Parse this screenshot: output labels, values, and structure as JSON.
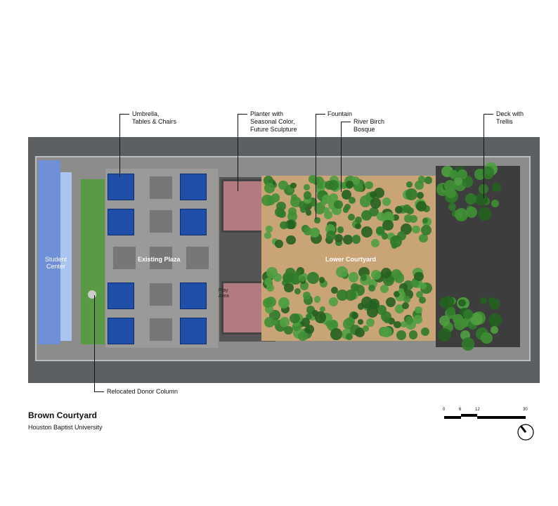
{
  "title": "Brown Courtyard",
  "subtitle": "Houston Baptist University",
  "plan_labels": {
    "student_center": "Student\nCenter",
    "existing_plaza": "Existing Plaza",
    "lower_courtyard": "Lower Courtyard",
    "play_area": "Play\nArea"
  },
  "callouts": {
    "umbrella": "Umbrella,\nTables & Chairs",
    "planter": "Planter with\nSeasonal Color,\nFuture Sculpture",
    "fountain": "Fountain",
    "river_birch": "River Birch\nBosque",
    "deck": "Deck with\nTrellis",
    "donor_column": "Relocated Donor Column"
  },
  "scale_bar": {
    "ticks": [
      "0",
      "6",
      "12",
      "30"
    ]
  },
  "colors": {
    "umbrella": "#1f4fa8",
    "glass": "#6f8fd6",
    "lawn": "#5b9a45",
    "planter": "#b27b7f",
    "ground": "#5d6062"
  }
}
